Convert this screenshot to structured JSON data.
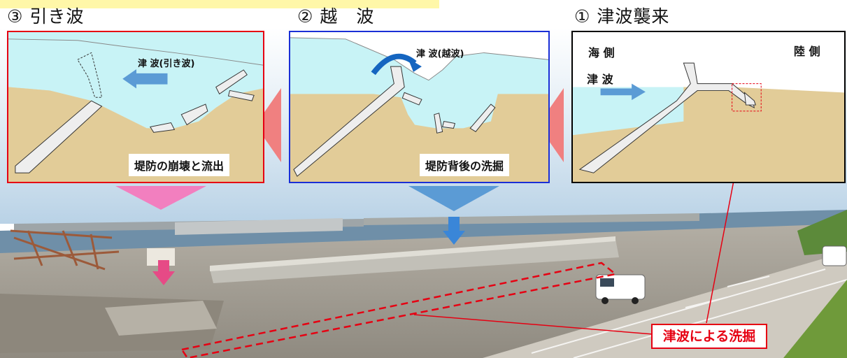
{
  "stages": {
    "stage3_title": "③ 引き波",
    "stage2_title": "② 越　波",
    "stage1_title": "① 津波襲来"
  },
  "panel1": {
    "sea_side": "海 側",
    "land_side": "陸 側",
    "tsunami_label": "津 波"
  },
  "panel2": {
    "wave_label": "津 波(越波)",
    "caption": "堤防背後の洗掘"
  },
  "panel3": {
    "wave_label": "津 波(引き波)",
    "caption": "堤防の崩壊と流出"
  },
  "photo": {
    "callout": "津波による洗掘"
  },
  "colors": {
    "panel3_border": "#e60012",
    "panel2_border": "#1a2fd6",
    "panel1_border": "#000000",
    "water": "#c8f3f6",
    "sand": "#e2cc98",
    "arrow_blue": "#5b9bd5",
    "arrow_salmon": "#f08080",
    "arrow_pink": "#f27fbf",
    "callout_red": "#e60012"
  }
}
